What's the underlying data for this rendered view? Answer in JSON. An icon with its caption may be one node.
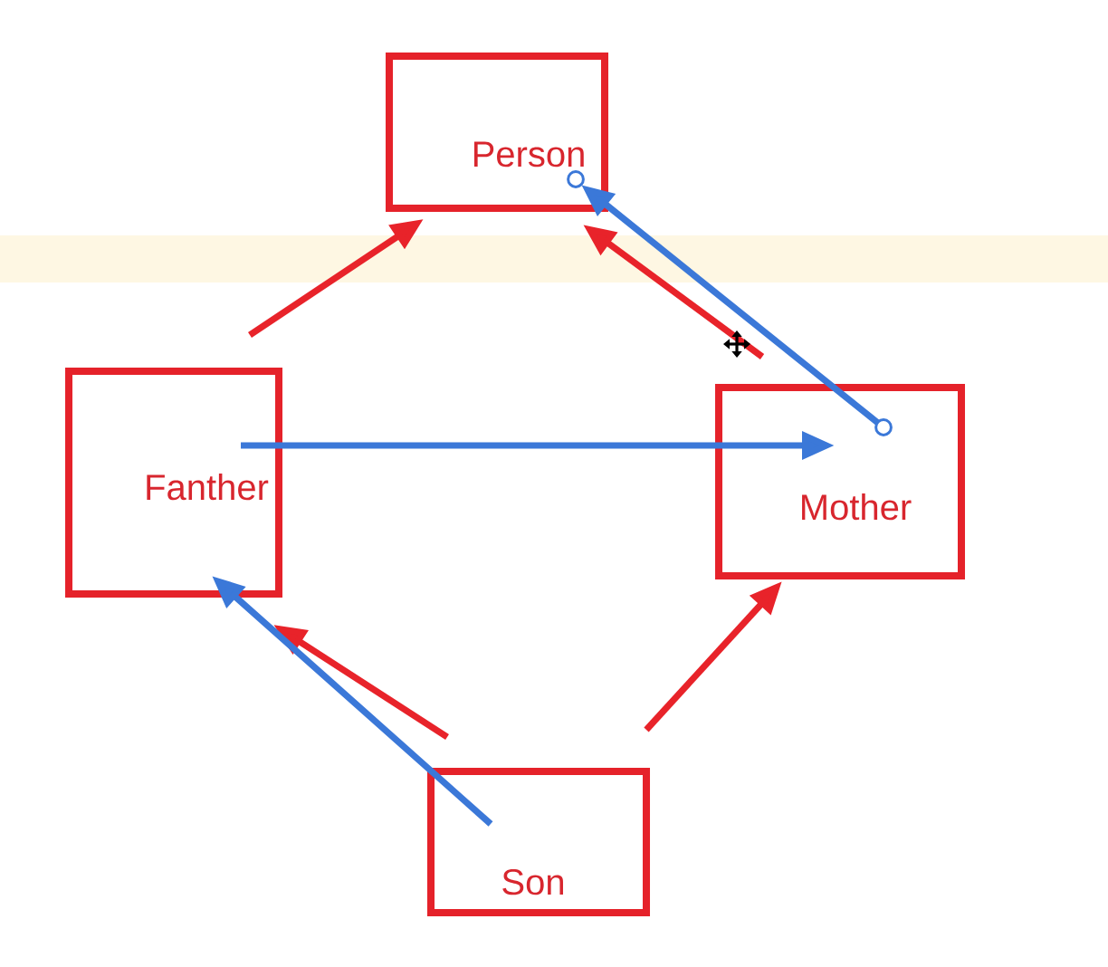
{
  "diagram": {
    "nodes": [
      {
        "text": [
          "Person"
        ]
      },
      {
        "text": [
          "Fanther"
        ]
      },
      {
        "text": [
          "Mother"
        ]
      },
      {
        "text": [
          "Son"
        ]
      }
    ],
    "edges": [
      {
        "from": 1,
        "to": 0,
        "arrow": "to"
      },
      {
        "from": 2,
        "to": 0,
        "arrow": "to"
      },
      {
        "from": 3,
        "to": 1,
        "arrow": "to"
      },
      {
        "from": 3,
        "to": 2,
        "arrow": "to"
      },
      {
        "from": 1,
        "to": 2,
        "arrow": "to",
        "color": "#3b78d8"
      },
      {
        "from": 2,
        "to": 0,
        "arrow": "to",
        "color": "#3b78d8"
      },
      {
        "from": 3,
        "to": 1,
        "arrow": "to",
        "color": "#3b78d8"
      }
    ]
  }
}
